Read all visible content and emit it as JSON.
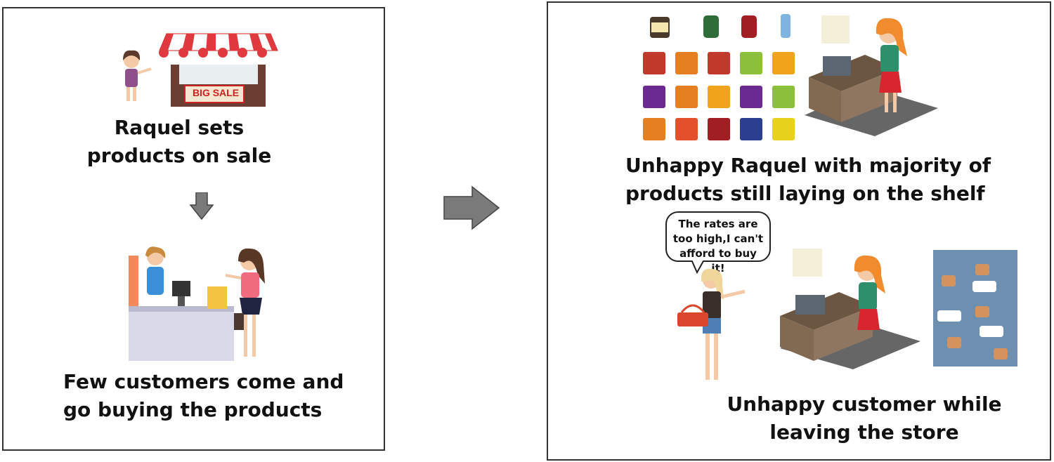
{
  "left": {
    "caption_top": "Raquel sets products on sale",
    "sign_text": "BIG SALE",
    "caption_bottom": "Few customers come and go buying the products"
  },
  "right": {
    "caption_top": "Unhappy Raquel with majority of products still laying on the shelf",
    "speech": "The rates are too high,I can't afford to buy it!",
    "caption_bottom": "Unhappy customer while leaving the store"
  },
  "colors": {
    "awning_red": "#e03a3e",
    "arrow_gray": "#7a7a7a",
    "board_blue": "#6d8fb0"
  }
}
